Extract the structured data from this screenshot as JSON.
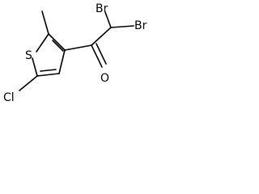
{
  "molecule": {
    "atoms": {
      "sulfur": "S",
      "chlorine": "Cl",
      "oxygen": "O",
      "bromine_1": "Br",
      "bromine_2": "Br"
    }
  }
}
